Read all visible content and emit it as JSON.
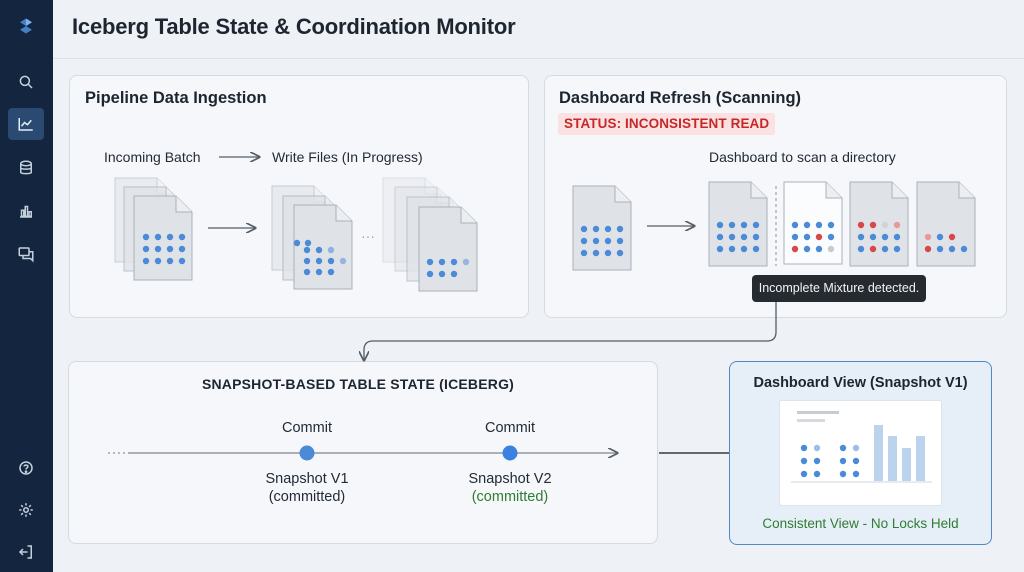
{
  "app": {
    "title": "Iceberg Table State & Coordination Monitor"
  },
  "sidebar": {
    "items": [
      {
        "name": "logo-icon",
        "icon": "logo"
      },
      {
        "name": "search-icon",
        "icon": "search"
      },
      {
        "name": "line-chart-icon",
        "icon": "chart",
        "active": true
      },
      {
        "name": "database-icon",
        "icon": "database"
      },
      {
        "name": "bar-chart-icon",
        "icon": "bars"
      },
      {
        "name": "messages-icon",
        "icon": "messages"
      },
      {
        "name": "help-icon",
        "icon": "help"
      },
      {
        "name": "settings-icon",
        "icon": "gear"
      },
      {
        "name": "logout-icon",
        "icon": "logout"
      }
    ]
  },
  "ingestion": {
    "title": "Pipeline Data Ingestion",
    "incoming_label": "Incoming Batch",
    "write_label": "Write Files (In Progress)"
  },
  "refresh": {
    "title": "Dashboard Refresh (Scanning)",
    "status": "STATUS: INCONSISTENT READ",
    "scan_label": "Dashboard to scan a directory",
    "tooltip": "Incomplete Mixture detected."
  },
  "snapshot": {
    "title": "SNAPSHOT-BASED TABLE STATE (ICEBERG)",
    "commits": [
      {
        "commit_label": "Commit",
        "name": "Snapshot V1",
        "state": "(committed)"
      },
      {
        "commit_label": "Commit",
        "name": "Snapshot V2",
        "state": "(committed)"
      }
    ]
  },
  "view": {
    "title": "Dashboard View (Snapshot V1)",
    "footer": "Consistent View - No Locks Held"
  },
  "colors": {
    "sidebar_bg": "#14263f",
    "accent_blue": "#4a8ad6",
    "error_red": "#c62828",
    "success_green": "#2e7d32",
    "view_border": "#4f89c6"
  }
}
